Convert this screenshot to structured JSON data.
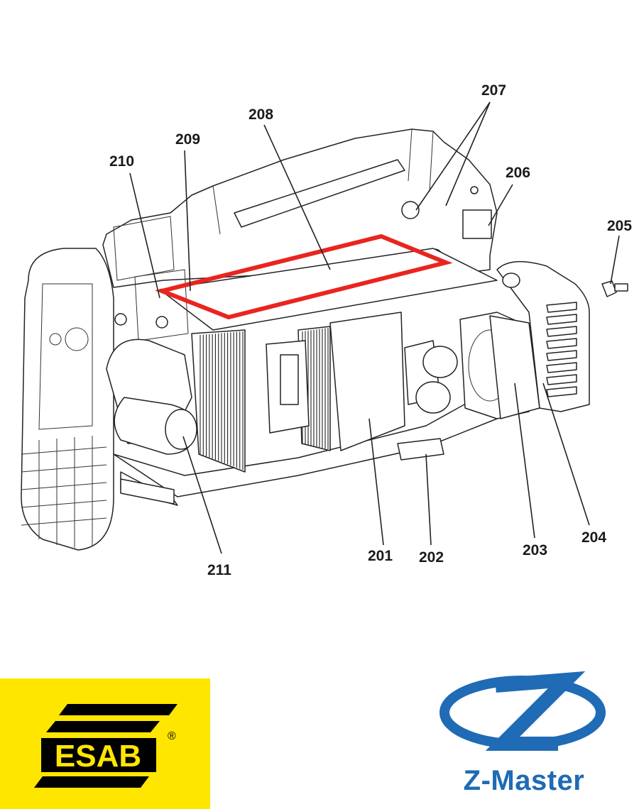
{
  "diagram": {
    "callouts": [
      {
        "label": "201"
      },
      {
        "label": "202"
      },
      {
        "label": "203"
      },
      {
        "label": "204"
      },
      {
        "label": "205"
      },
      {
        "label": "206"
      },
      {
        "label": "207"
      },
      {
        "label": "208"
      },
      {
        "label": "209"
      },
      {
        "label": "210"
      },
      {
        "label": "211"
      }
    ],
    "highlight_color": "#e8251f"
  },
  "logos": {
    "esab": {
      "text": "ESAB",
      "registered": "®",
      "bg_color": "#ffe600",
      "fg_color": "#000000"
    },
    "zmaster": {
      "text": "Z-Master",
      "color": "#1f6bb5"
    }
  }
}
